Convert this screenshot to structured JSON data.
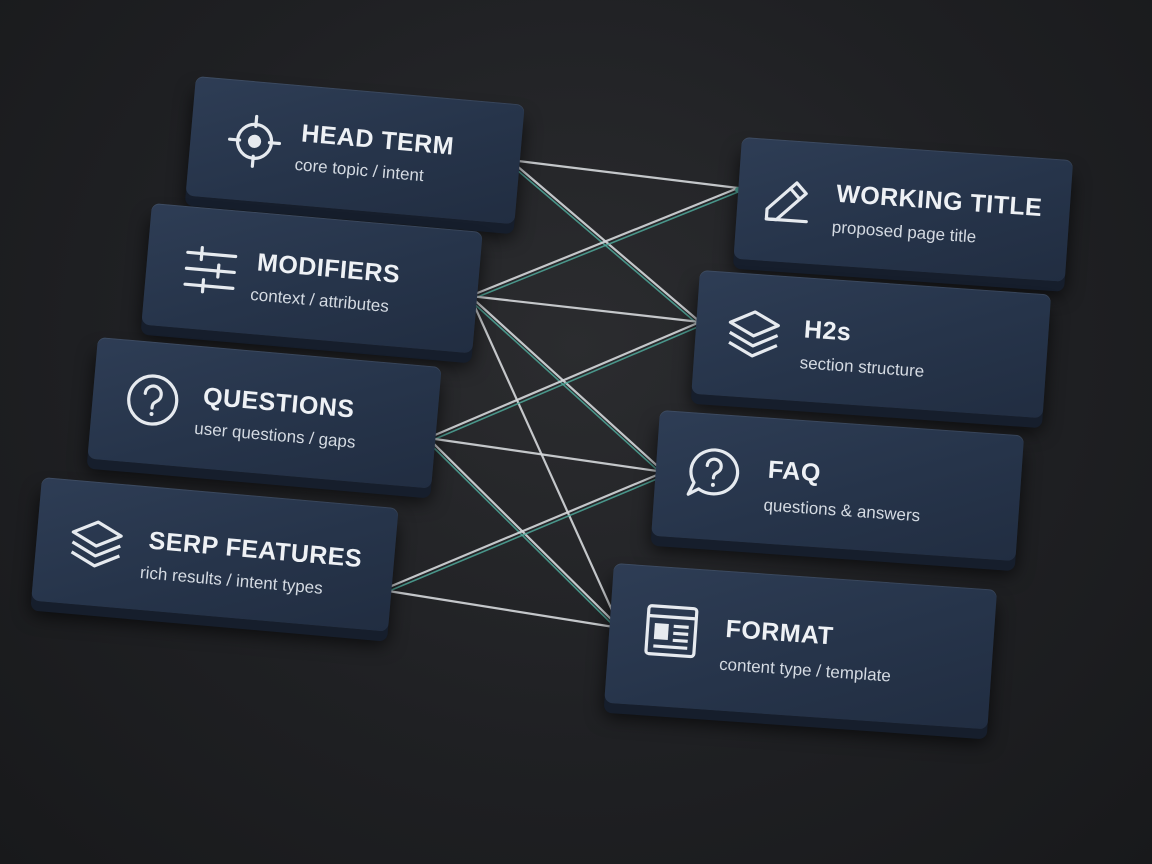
{
  "left_nodes": [
    {
      "title": "HEAD TERM",
      "subtitle": "core topic / intent",
      "icon": "crosshair-icon"
    },
    {
      "title": "MODIFIERS",
      "subtitle": "context / attributes",
      "icon": "sliders-icon"
    },
    {
      "title": "QUESTIONS",
      "subtitle": "user questions / gaps",
      "icon": "question-circle-icon"
    },
    {
      "title": "SERP FEATURES",
      "subtitle": "rich results / intent types",
      "icon": "layers-icon"
    }
  ],
  "right_nodes": [
    {
      "title": "WORKING TITLE",
      "subtitle": "proposed page title",
      "icon": "pencil-icon"
    },
    {
      "title": "H2s",
      "subtitle": "section structure",
      "icon": "stack-icon"
    },
    {
      "title": "FAQ",
      "subtitle": "questions & answers",
      "icon": "question-bubble-icon"
    },
    {
      "title": "FORMAT",
      "subtitle": "content type / template",
      "icon": "layout-template-icon"
    }
  ],
  "colors": {
    "background": "#1f2023",
    "tile": "#26344a",
    "wire_white": "#d6d9dc",
    "wire_teal": "#4fa89a"
  }
}
